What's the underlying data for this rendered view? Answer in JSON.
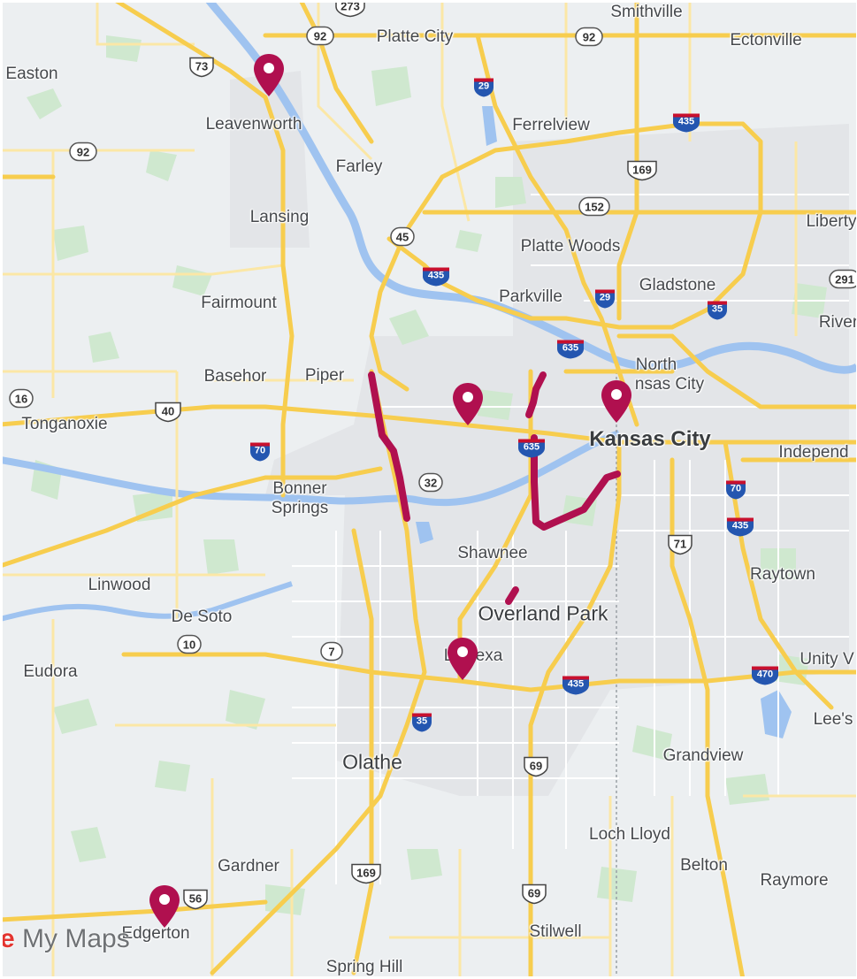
{
  "map": {
    "brand": {
      "mark": "e",
      "text": "My Maps"
    },
    "cities": {
      "smithville": "Smithville",
      "platte_city": "Platte City",
      "ectonville": "Ectonville",
      "easton": "Easton",
      "leavenworth": "Leavenworth",
      "ferrelview": "Ferrelview",
      "farley": "Farley",
      "lansing": "Lansing",
      "liberty": "Liberty",
      "platte_woods": "Platte Woods",
      "parkville": "Parkville",
      "gladstone": "Gladstone",
      "fairmount": "Fairmount",
      "river": "River",
      "north_kc_1": "North",
      "north_kc_2": "nsas City",
      "basehor": "Basehor",
      "piper": "Piper",
      "tonganoxie": "Tonganoxie",
      "kansas_city": "Kansas City",
      "independence": "Independ",
      "bonner_1": "Bonner",
      "bonner_2": "Springs",
      "shawnee": "Shawnee",
      "raytown": "Raytown",
      "linwood": "Linwood",
      "de_soto": "De Soto",
      "overland_park": "Overland Park",
      "lenexa_1": "L",
      "lenexa_2": "exa",
      "unity": "Unity V",
      "eudora": "Eudora",
      "lees": "Lee's",
      "grandview": "Grandview",
      "olathe": "Olathe",
      "loch_lloyd": "Loch Lloyd",
      "gardner": "Gardner",
      "belton": "Belton",
      "raymore": "Raymore",
      "edgerton": "Edgerton",
      "stilwell": "Stilwell",
      "spring_hill": "Spring Hill"
    },
    "shields": {
      "us273": "273",
      "mo92_a": "92",
      "mo92_b": "92",
      "us73": "73",
      "i29_a": "29",
      "i435_a": "435",
      "ks92": "92",
      "us169_a": "169",
      "mo152": "152",
      "mo45": "45",
      "i435_b": "435",
      "i29_b": "29",
      "i35_a": "35",
      "mo291": "291",
      "i635": "635",
      "ks16": "16",
      "us40": "40",
      "i70_a": "70",
      "i635_b": "635",
      "ks32": "32",
      "i70_b": "70",
      "i435_c": "435",
      "us71": "71",
      "ks10": "10",
      "ks7": "7",
      "i435_d": "435",
      "i470": "470",
      "i35_b": "35",
      "us69_a": "69",
      "us169_b": "169",
      "us69_b": "69",
      "us56": "56"
    },
    "pins": [
      "pin-leavenworth",
      "pin-kansas-city-ks",
      "pin-kansas-city-mo",
      "pin-lenexa",
      "pin-edgerton"
    ],
    "colors": {
      "land": "#eceff1",
      "water": "#8ab4f8",
      "park": "#c8e6c9",
      "highway": "#fdd663",
      "road": "#fff3c4",
      "route": "#b0104f",
      "pin": "#b0104f"
    }
  }
}
